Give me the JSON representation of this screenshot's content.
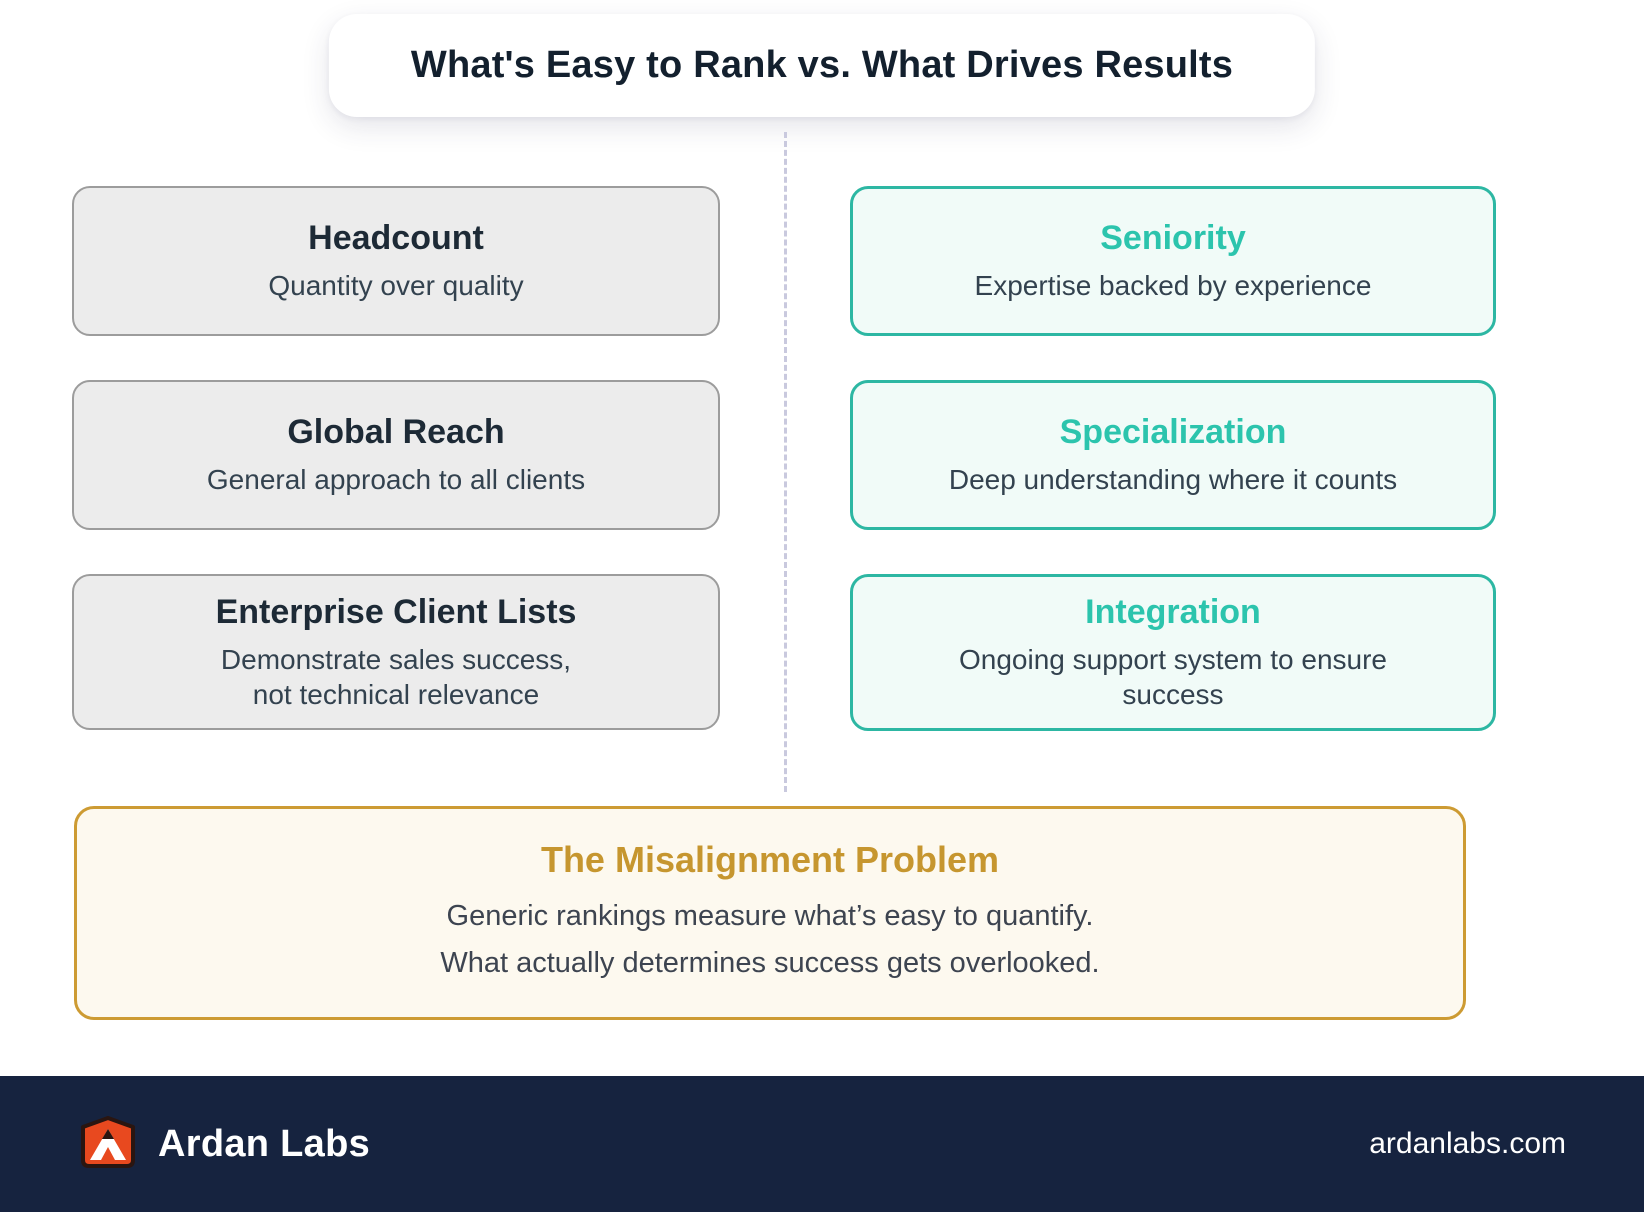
{
  "title": "What's Easy to Rank vs. What Drives Results",
  "left": {
    "cards": [
      {
        "heading": "Headcount",
        "body": "Quantity over quality"
      },
      {
        "heading": "Global Reach",
        "body": "General approach to all clients"
      },
      {
        "heading": "Enterprise Client Lists",
        "body": "Demonstrate sales success,\nnot technical relevance"
      }
    ]
  },
  "right": {
    "cards": [
      {
        "heading": "Seniority",
        "body": "Expertise backed by experience"
      },
      {
        "heading": "Specialization",
        "body": "Deep understanding where it counts"
      },
      {
        "heading": "Integration",
        "body": "Ongoing support system to ensure\nsuccess"
      }
    ]
  },
  "callout": {
    "heading": "The Misalignment Problem",
    "line1": "Generic rankings measure what’s easy to quantify.",
    "line2": "What actually determines success gets overlooked."
  },
  "footer": {
    "brand": "Ardan Labs",
    "website": "ardanlabs.com",
    "logo_icon": "ardan-labs-tent-icon"
  },
  "colors": {
    "teal_accent": "#2cc4ad",
    "teal_border": "#2db7a3",
    "teal_fill": "#f1fbf8",
    "gray_fill": "#ececec",
    "gray_border": "#9c9c9c",
    "gold_accent": "#c6962f",
    "gold_fill": "#fdf9ef",
    "navy_footer": "#16233f",
    "logo_orange": "#e8491f"
  }
}
